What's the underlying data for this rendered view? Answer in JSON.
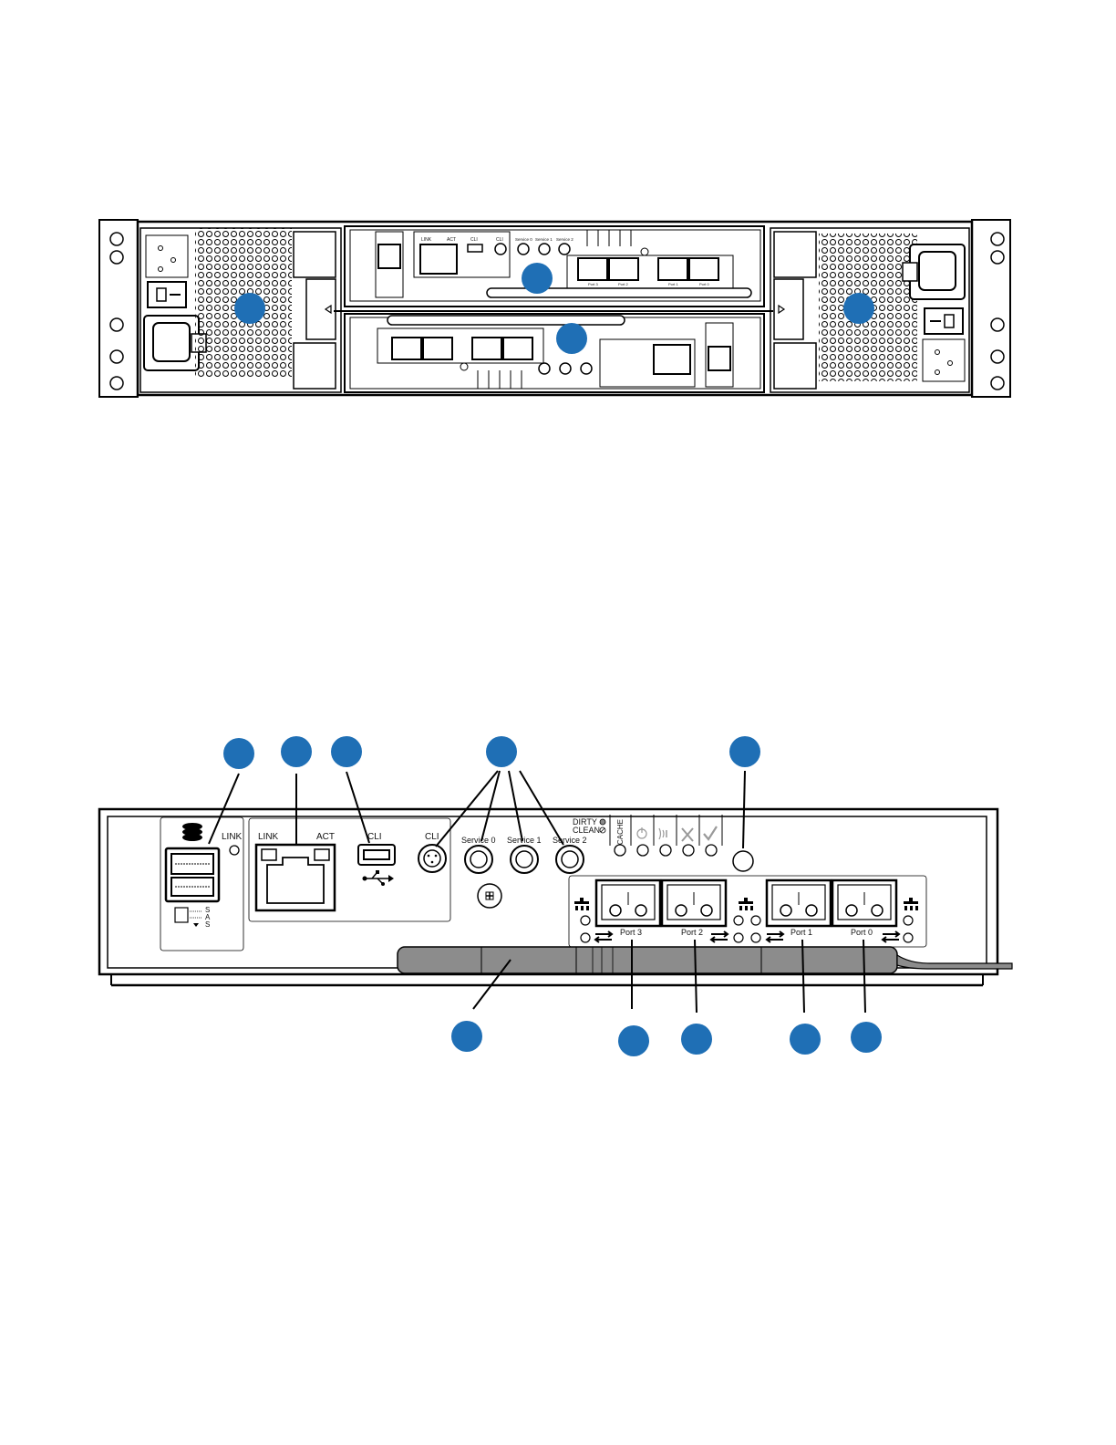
{
  "colors": {
    "callout": "#1f6fb5",
    "line": "#000000",
    "panel": "#ffffff",
    "cable": "#8c8c8c"
  },
  "overview": {
    "callouts": [
      "",
      "",
      "",
      ""
    ],
    "tiny_labels": {
      "link": "LINK",
      "act": "ACT",
      "cli": "CLI",
      "cli2": "CLI",
      "service0": "Service 0",
      "service1": "Service 1",
      "service2": "Service 2",
      "port3": "Port 3",
      "port2": "Port 2",
      "port1": "Port 1",
      "port0": "Port 0"
    }
  },
  "detail": {
    "labels": {
      "sas_link": "LINK",
      "eth_link": "LINK",
      "eth_act": "ACT",
      "usb_cli": "CLI",
      "cli": "CLI",
      "service0": "Service 0",
      "service1": "Service 1",
      "service2": "Service 2",
      "dirty": "DIRTY",
      "clean": "CLEAN",
      "cache": "CACHE",
      "sas_s1": "S",
      "sas_a": "A",
      "sas_s2": "S",
      "port3": "Port 3",
      "port2": "Port 2",
      "port1": "Port 1",
      "port0": "Port 0"
    },
    "callouts": [
      "",
      "",
      "",
      "",
      "",
      "",
      "",
      "",
      "",
      "",
      ""
    ]
  }
}
